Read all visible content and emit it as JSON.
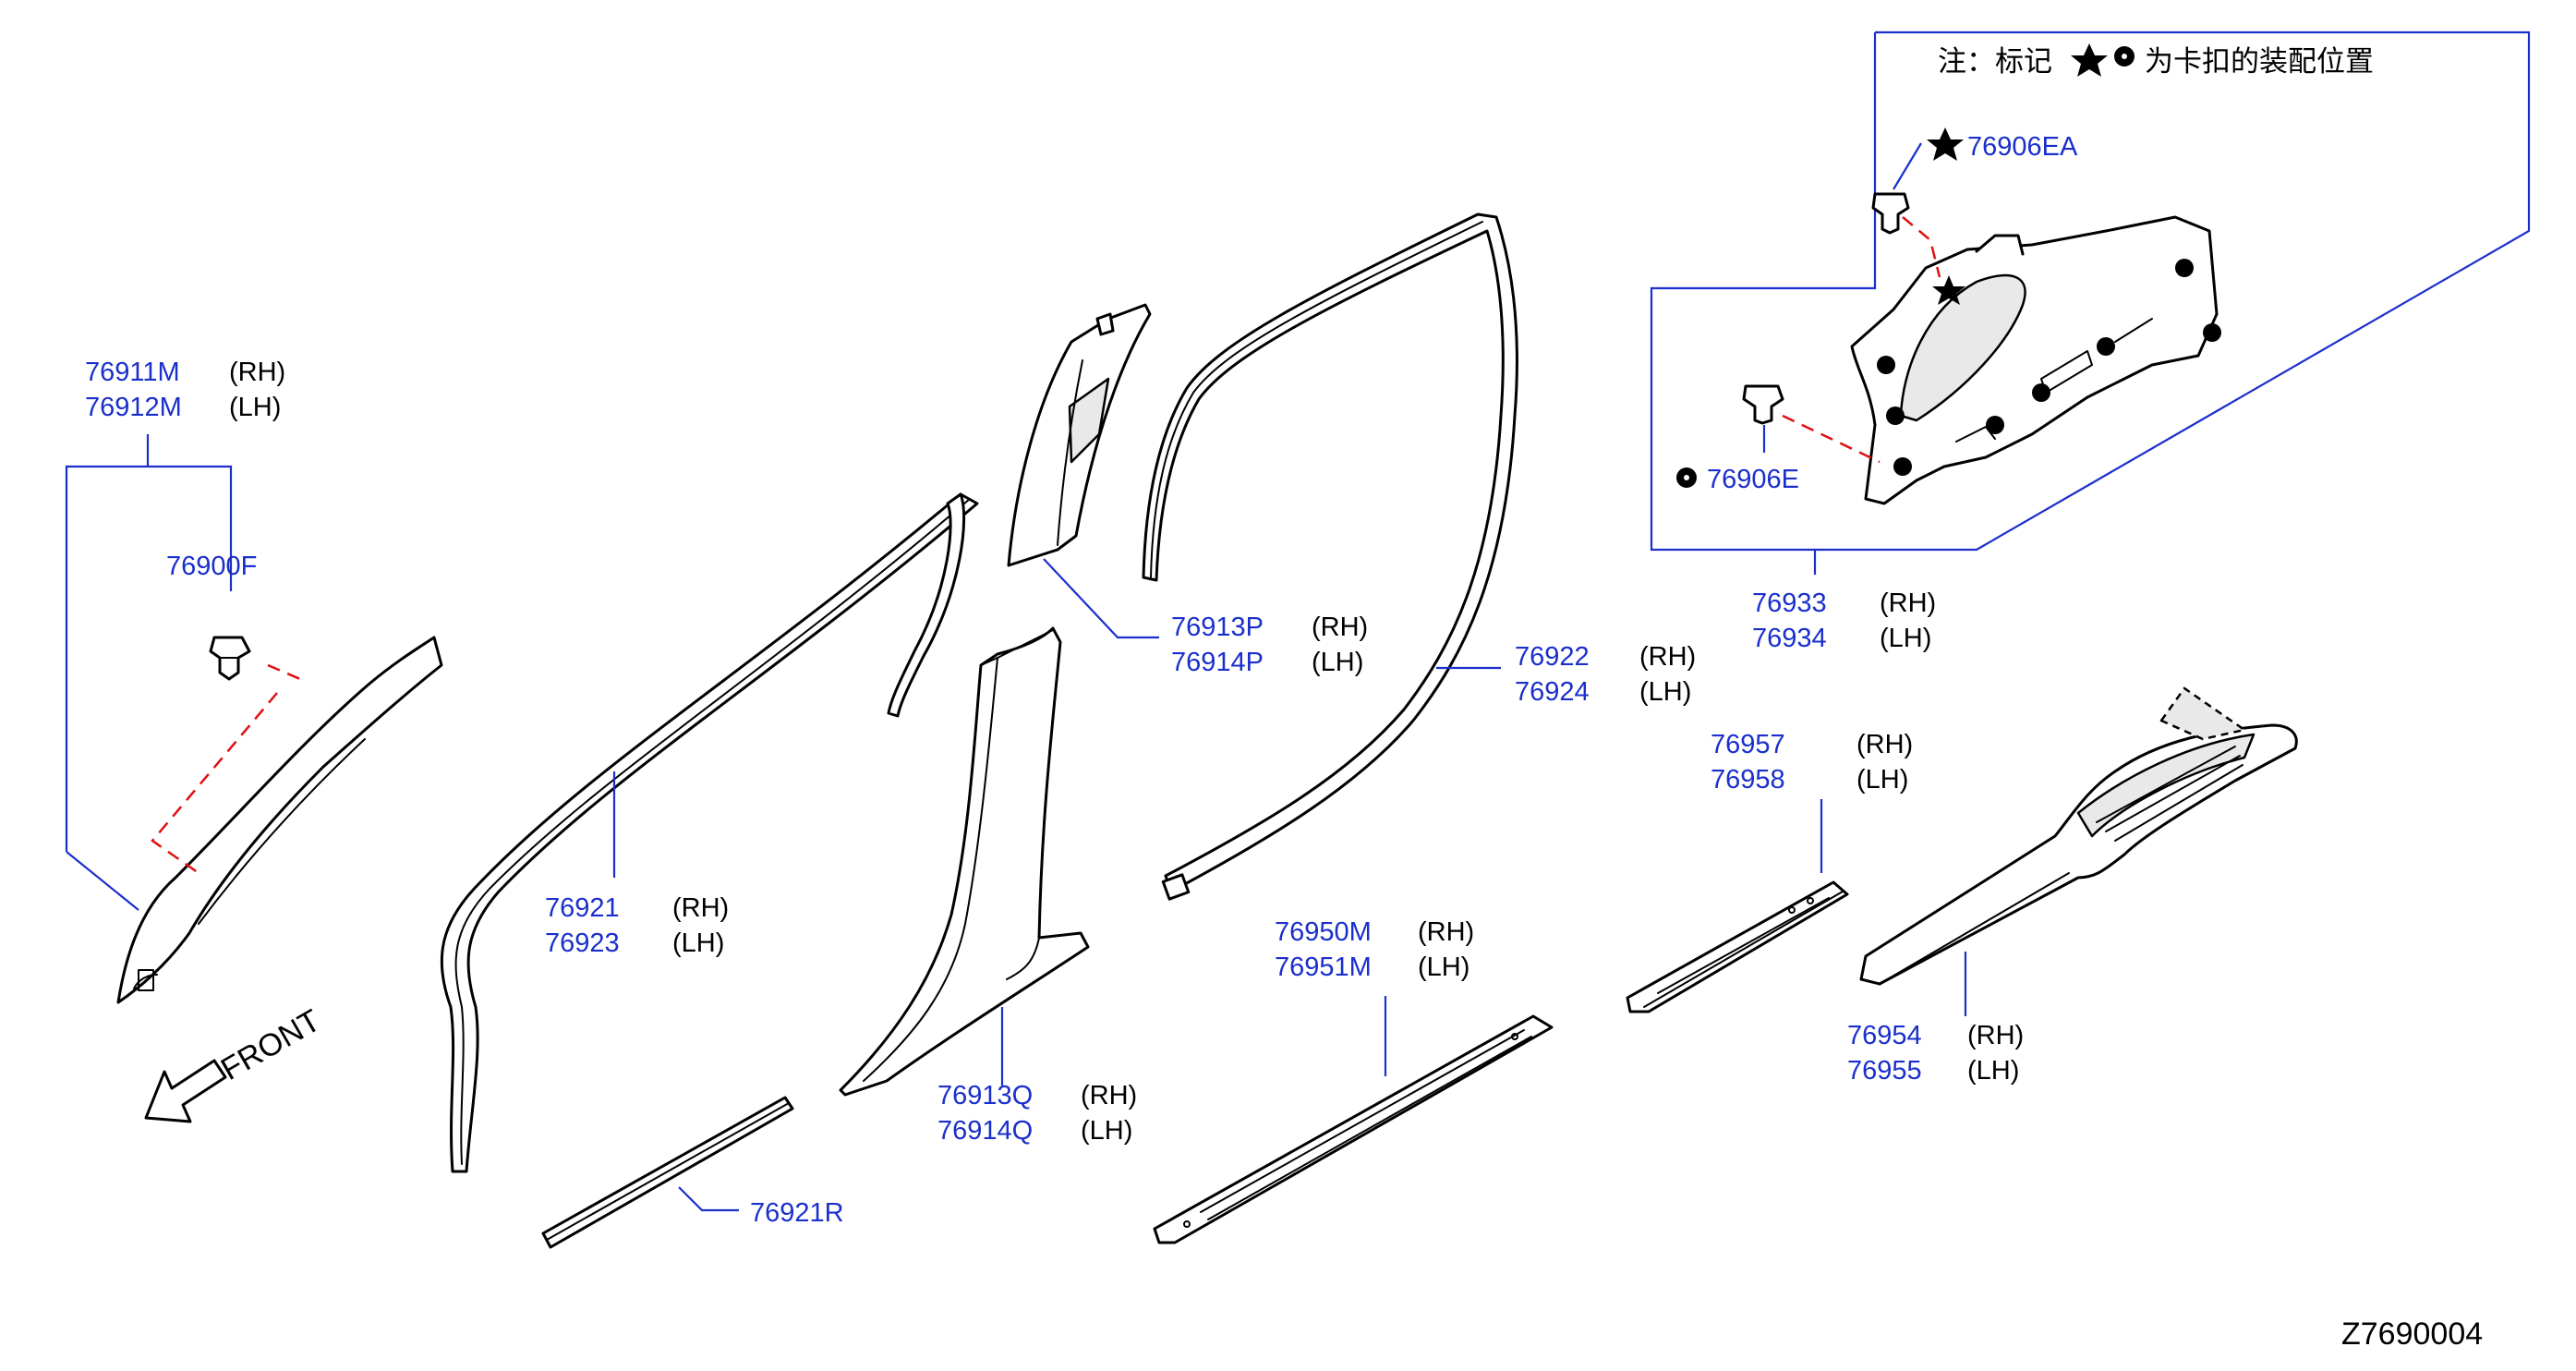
{
  "note": {
    "prefix": "注：标记",
    "suffix": "为卡扣的装配位置"
  },
  "front_label": "FRONT",
  "diagram_code": "Z7690004",
  "side": {
    "rh": "(RH)",
    "lh": "(LH)"
  },
  "parts": {
    "p76911M": "76911M",
    "p76912M": "76912M",
    "p76900F": "76900F",
    "p76913P": "76913P",
    "p76914P": "76914P",
    "p76921": "76921",
    "p76923": "76923",
    "p76922": "76922",
    "p76924": "76924",
    "p76913Q": "76913Q",
    "p76914Q": "76914Q",
    "p76921R": "76921R",
    "p76950M": "76950M",
    "p76951M": "76951M",
    "p76957": "76957",
    "p76958": "76958",
    "p76954": "76954",
    "p76955": "76955",
    "p76933": "76933",
    "p76934": "76934",
    "p76906EA": "76906EA",
    "p76906E": "76906E"
  },
  "icons": [
    "star-icon",
    "dot-icon",
    "front-arrow-icon"
  ]
}
